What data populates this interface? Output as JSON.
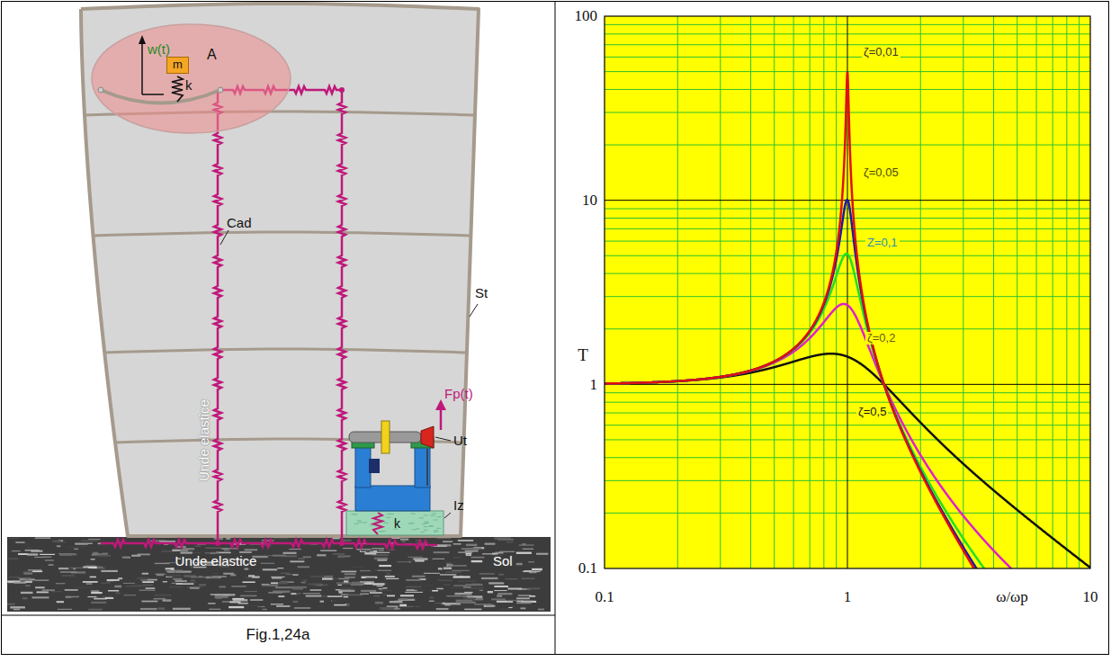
{
  "diagram": {
    "caption": "Fig.1,24a",
    "nodes": [
      {
        "text": [
          "w(t)",
          "A",
          "k"
        ]
      },
      {
        "text": [
          "m"
        ],
        "in": 0
      }
    ],
    "labels": [
      "Cad",
      "Unde elastice",
      "St",
      "Fp(t)",
      "Ut",
      "Iz",
      "k",
      "Unde elastice",
      "Sol",
      "100",
      "10",
      "T",
      "1",
      "0.1",
      "0.1",
      "1",
      "ω/ωp",
      "10",
      "ζ=0,01",
      "ζ=0,05",
      "Z=0,1",
      "ζ=0,2",
      "ζ=0,5"
    ]
  }
}
